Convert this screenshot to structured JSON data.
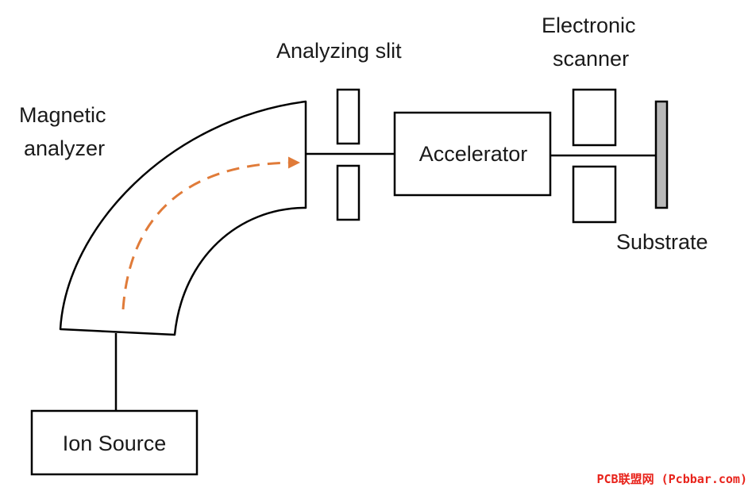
{
  "labels": {
    "magnetic_analyzer_line1": "Magnetic",
    "magnetic_analyzer_line2": "analyzer",
    "analyzing_slit": "Analyzing slit",
    "electronic_scanner_line1": "Electronic",
    "electronic_scanner_line2": "scanner",
    "accelerator": "Accelerator",
    "substrate": "Substrate",
    "ion_source": "Ion Source"
  },
  "watermark": "PCB联盟网 (Pcbbar.com)",
  "colors": {
    "line": "#000000",
    "beam_path": "#e07b39",
    "substrate_fill": "#b8b8b8",
    "watermark": "#e8231b"
  }
}
